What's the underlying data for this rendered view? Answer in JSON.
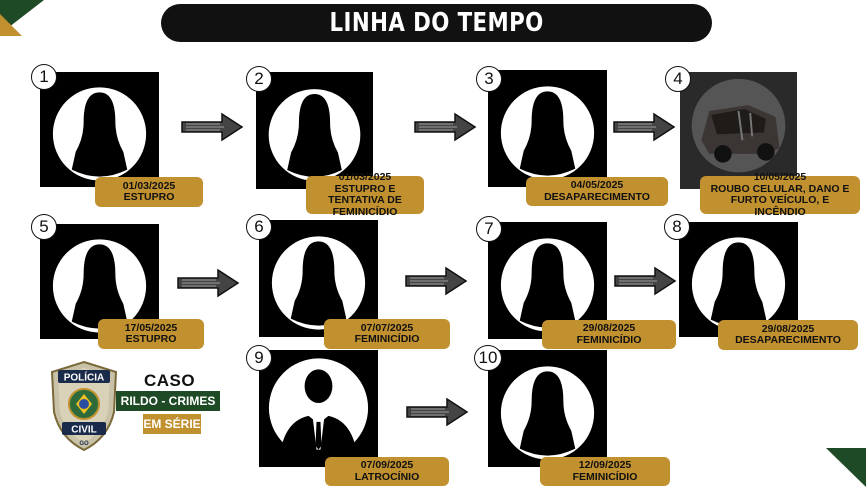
{
  "title": "LINHA DO TEMPO",
  "colors": {
    "gold": "#c1902f",
    "green": "#1e4a26",
    "black": "#111111"
  },
  "arrow_icon": "hand-drawn-arrow-right",
  "events": [
    {
      "number": "1",
      "date": "01/03/2025",
      "description": "ESTUPRO",
      "photo": "female-silhouette"
    },
    {
      "number": "2",
      "date": "01/03/2025",
      "description": "ESTUPRO E TENTATIVA DE FEMINICÍDIO",
      "photo": "female-silhouette"
    },
    {
      "number": "3",
      "date": "04/05/2025",
      "description": "DESAPARECIMENTO",
      "photo": "female-silhouette"
    },
    {
      "number": "4",
      "date": "10/05/2025",
      "description": "ROUBO CELULAR, DANO E FURTO VEÍCULO, E INCÊNDIO",
      "photo": "burned-car"
    },
    {
      "number": "5",
      "date": "17/05/2025",
      "description": "ESTUPRO",
      "photo": "female-silhouette"
    },
    {
      "number": "6",
      "date": "07/07/2025",
      "description": "FEMINICÍDIO",
      "photo": "female-silhouette"
    },
    {
      "number": "7",
      "date": "29/08/2025",
      "description": "FEMINICÍDIO",
      "photo": "female-silhouette"
    },
    {
      "number": "8",
      "date": "29/08/2025",
      "description": "DESAPARECIMENTO",
      "photo": "female-silhouette"
    },
    {
      "number": "9",
      "date": "07/09/2025",
      "description": "LATROCÍNIO",
      "photo": "male-silhouette"
    },
    {
      "number": "10",
      "date": "12/09/2025",
      "description": "FEMINICÍDIO",
      "photo": "female-silhouette"
    }
  ],
  "police_badge": {
    "top_text": "POLÍCIA",
    "bottom_text": "CIVIL",
    "state": "GO"
  },
  "case_logo": {
    "line1": "CASO",
    "line2": "RILDO - CRIMES",
    "line3": "EM SÉRIE"
  }
}
